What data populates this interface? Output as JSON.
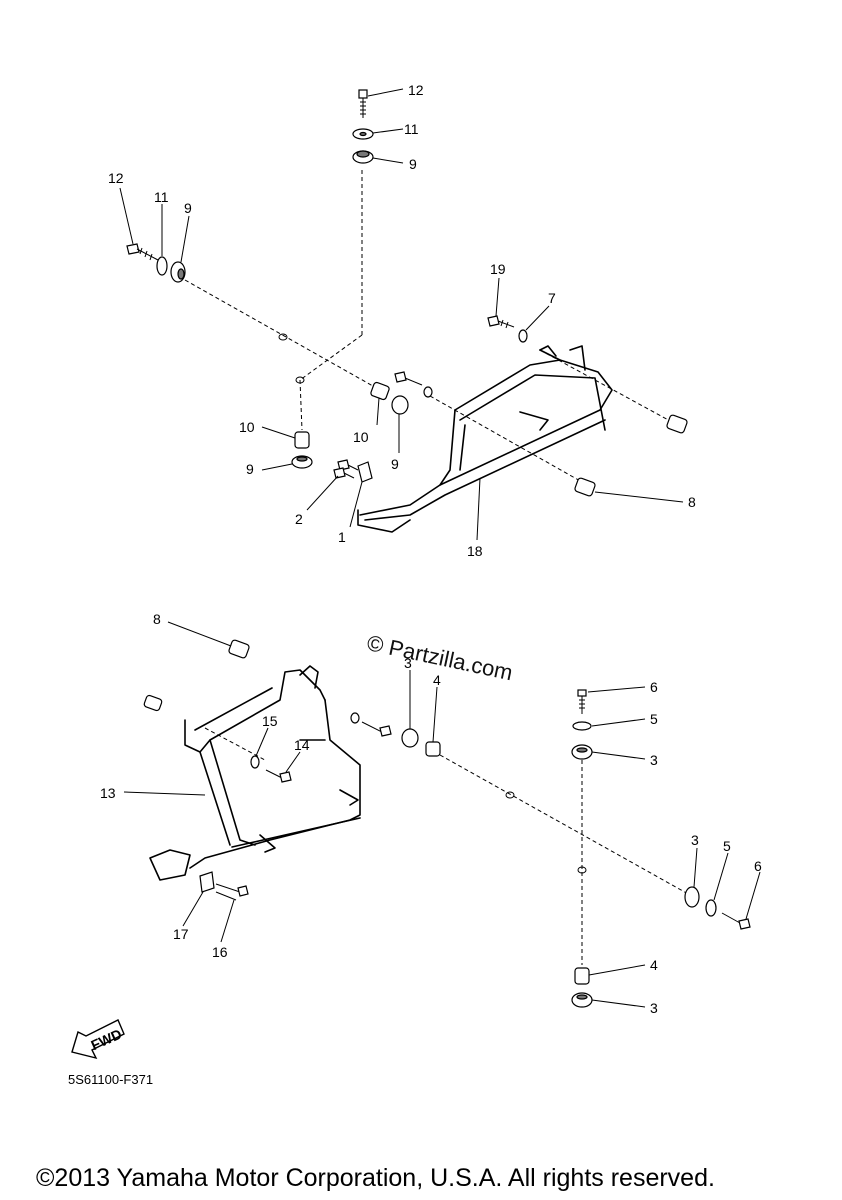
{
  "callouts_top": [
    {
      "id": "c12a",
      "text": "12"
    },
    {
      "id": "c11a",
      "text": "11"
    },
    {
      "id": "c9a",
      "text": "9"
    },
    {
      "id": "c12b",
      "text": "12"
    },
    {
      "id": "c11b",
      "text": "11"
    },
    {
      "id": "c9b",
      "text": "9"
    },
    {
      "id": "c19",
      "text": "19"
    },
    {
      "id": "c7",
      "text": "7"
    },
    {
      "id": "c10a",
      "text": "10"
    },
    {
      "id": "c9c",
      "text": "9"
    },
    {
      "id": "c10b",
      "text": "10"
    },
    {
      "id": "c9d",
      "text": "9"
    },
    {
      "id": "c2",
      "text": "2"
    },
    {
      "id": "c1",
      "text": "1"
    },
    {
      "id": "c18",
      "text": "18"
    },
    {
      "id": "c8a",
      "text": "8"
    }
  ],
  "callouts_bottom": [
    {
      "id": "c8b",
      "text": "8"
    },
    {
      "id": "c3a",
      "text": "3"
    },
    {
      "id": "c4a",
      "text": "4"
    },
    {
      "id": "c6a",
      "text": "6"
    },
    {
      "id": "c5a",
      "text": "5"
    },
    {
      "id": "c3b",
      "text": "3"
    },
    {
      "id": "c15",
      "text": "15"
    },
    {
      "id": "c14",
      "text": "14"
    },
    {
      "id": "c13",
      "text": "13"
    },
    {
      "id": "c3c",
      "text": "3"
    },
    {
      "id": "c5b",
      "text": "5"
    },
    {
      "id": "c6b",
      "text": "6"
    },
    {
      "id": "c17",
      "text": "17"
    },
    {
      "id": "c16",
      "text": "16"
    },
    {
      "id": "c4b",
      "text": "4"
    },
    {
      "id": "c3d",
      "text": "3"
    }
  ],
  "watermark": "© Partzilla.com",
  "fwd_label": "FWD",
  "diagram_code": "5S61100-F371",
  "footer": "©2013 Yamaha Motor Corporation, U.S.A. All rights reserved."
}
